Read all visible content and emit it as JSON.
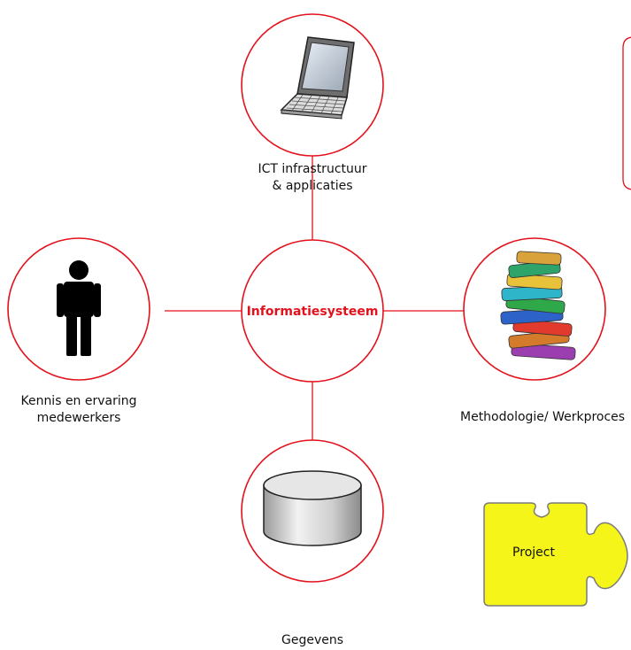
{
  "center": {
    "label": "Informatiesysteem"
  },
  "nodes": {
    "ict": {
      "line1": "ICT infrastructuur",
      "line2": "& applicaties",
      "icon": "laptop-icon"
    },
    "kennis": {
      "line1": "Kennis en ervaring",
      "line2": "medewerkers",
      "icon": "person-icon"
    },
    "methodologie": {
      "line1": "Methodologie/ Werkproces",
      "icon": "books-icon"
    },
    "gegevens": {
      "line1": "Gegevens",
      "icon": "database-icon"
    }
  },
  "puzzle": {
    "label": "Project",
    "icon": "puzzle-piece-icon"
  },
  "colors": {
    "accent": "#e3111b",
    "puzzle_fill": "#f5f519",
    "text": "#111111"
  }
}
